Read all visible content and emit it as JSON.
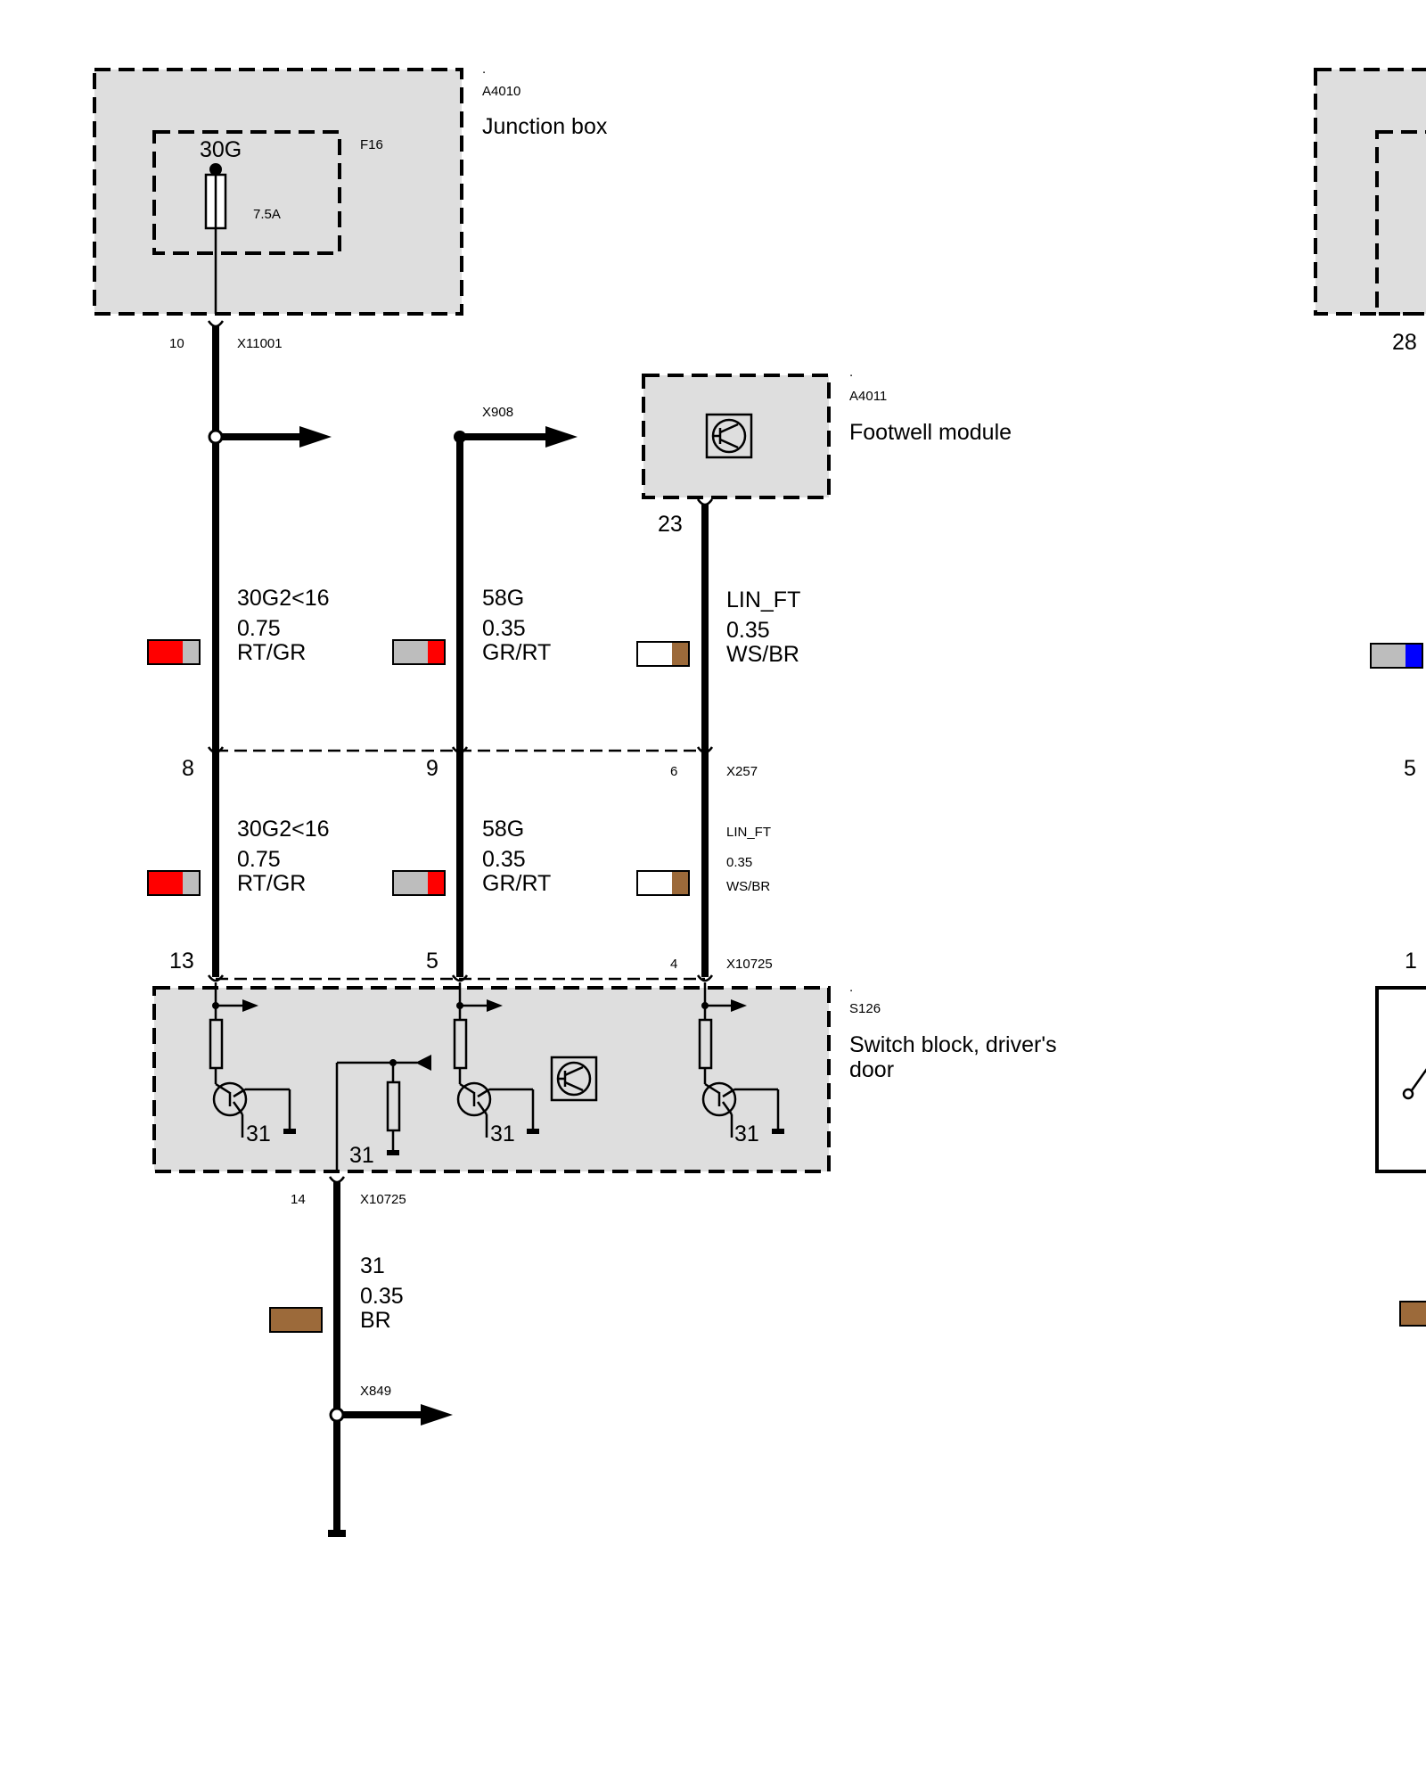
{
  "colors": {
    "RT": "#ff0000",
    "GR": "#bdbdbd",
    "WS": "#ffffff",
    "BR": "#9c6a3a",
    "BL": "#0000ff",
    "box_fill": "#dedede"
  },
  "junction_box": {
    "dot": ".",
    "id": "A4010",
    "name": "Junction box",
    "fuse_id": "F16",
    "fuse_terminal": "30G",
    "fuse_rating": "7.5A",
    "pin": "10",
    "connector": "X11001"
  },
  "splice": {
    "connector": "X908"
  },
  "footwell_module": {
    "dot": ".",
    "id": "A4011",
    "name": "Footwell module",
    "pin": "23"
  },
  "wires_upper": [
    {
      "signal": "30G2<16",
      "gauge": "0.75",
      "color_code": "RT/GR",
      "colors": [
        "RT",
        "GR"
      ]
    },
    {
      "signal": "58G",
      "gauge": "0.35",
      "color_code": "GR/RT",
      "colors": [
        "GR",
        "RT"
      ]
    },
    {
      "signal": "LIN_FT",
      "gauge": "0.35",
      "color_code": "WS/BR",
      "colors": [
        "WS",
        "BR"
      ]
    }
  ],
  "x257": {
    "connector": "X257",
    "pins": [
      "8",
      "9",
      "6"
    ]
  },
  "wires_lower": [
    {
      "signal": "30G2<16",
      "gauge": "0.75",
      "color_code": "RT/GR",
      "colors": [
        "RT",
        "GR"
      ]
    },
    {
      "signal": "58G",
      "gauge": "0.35",
      "color_code": "GR/RT",
      "colors": [
        "GR",
        "RT"
      ]
    },
    {
      "signal": "LIN_FT",
      "gauge": "0.35",
      "color_code": "WS/BR",
      "colors": [
        "WS",
        "BR"
      ]
    }
  ],
  "x10725": {
    "connector": "X10725",
    "pins": [
      "13",
      "5",
      "4"
    ]
  },
  "switch_block": {
    "dot": ".",
    "id": "S126",
    "name_line1": "Switch block, driver's",
    "name_line2": "door",
    "ground_labels": [
      "31",
      "31",
      "31",
      "31"
    ]
  },
  "ground_output": {
    "pin": "14",
    "connector": "X10725",
    "signal": "31",
    "gauge": "0.35",
    "color_code": "BR",
    "colors": [
      "BR"
    ],
    "splice_connector": "X849"
  },
  "right_partial": {
    "pin_top": "28",
    "pin_mid": "5",
    "pin_low": "1",
    "swatch_colors": [
      "GR",
      "BL"
    ],
    "swatch_low_colors": [
      "BR"
    ]
  }
}
